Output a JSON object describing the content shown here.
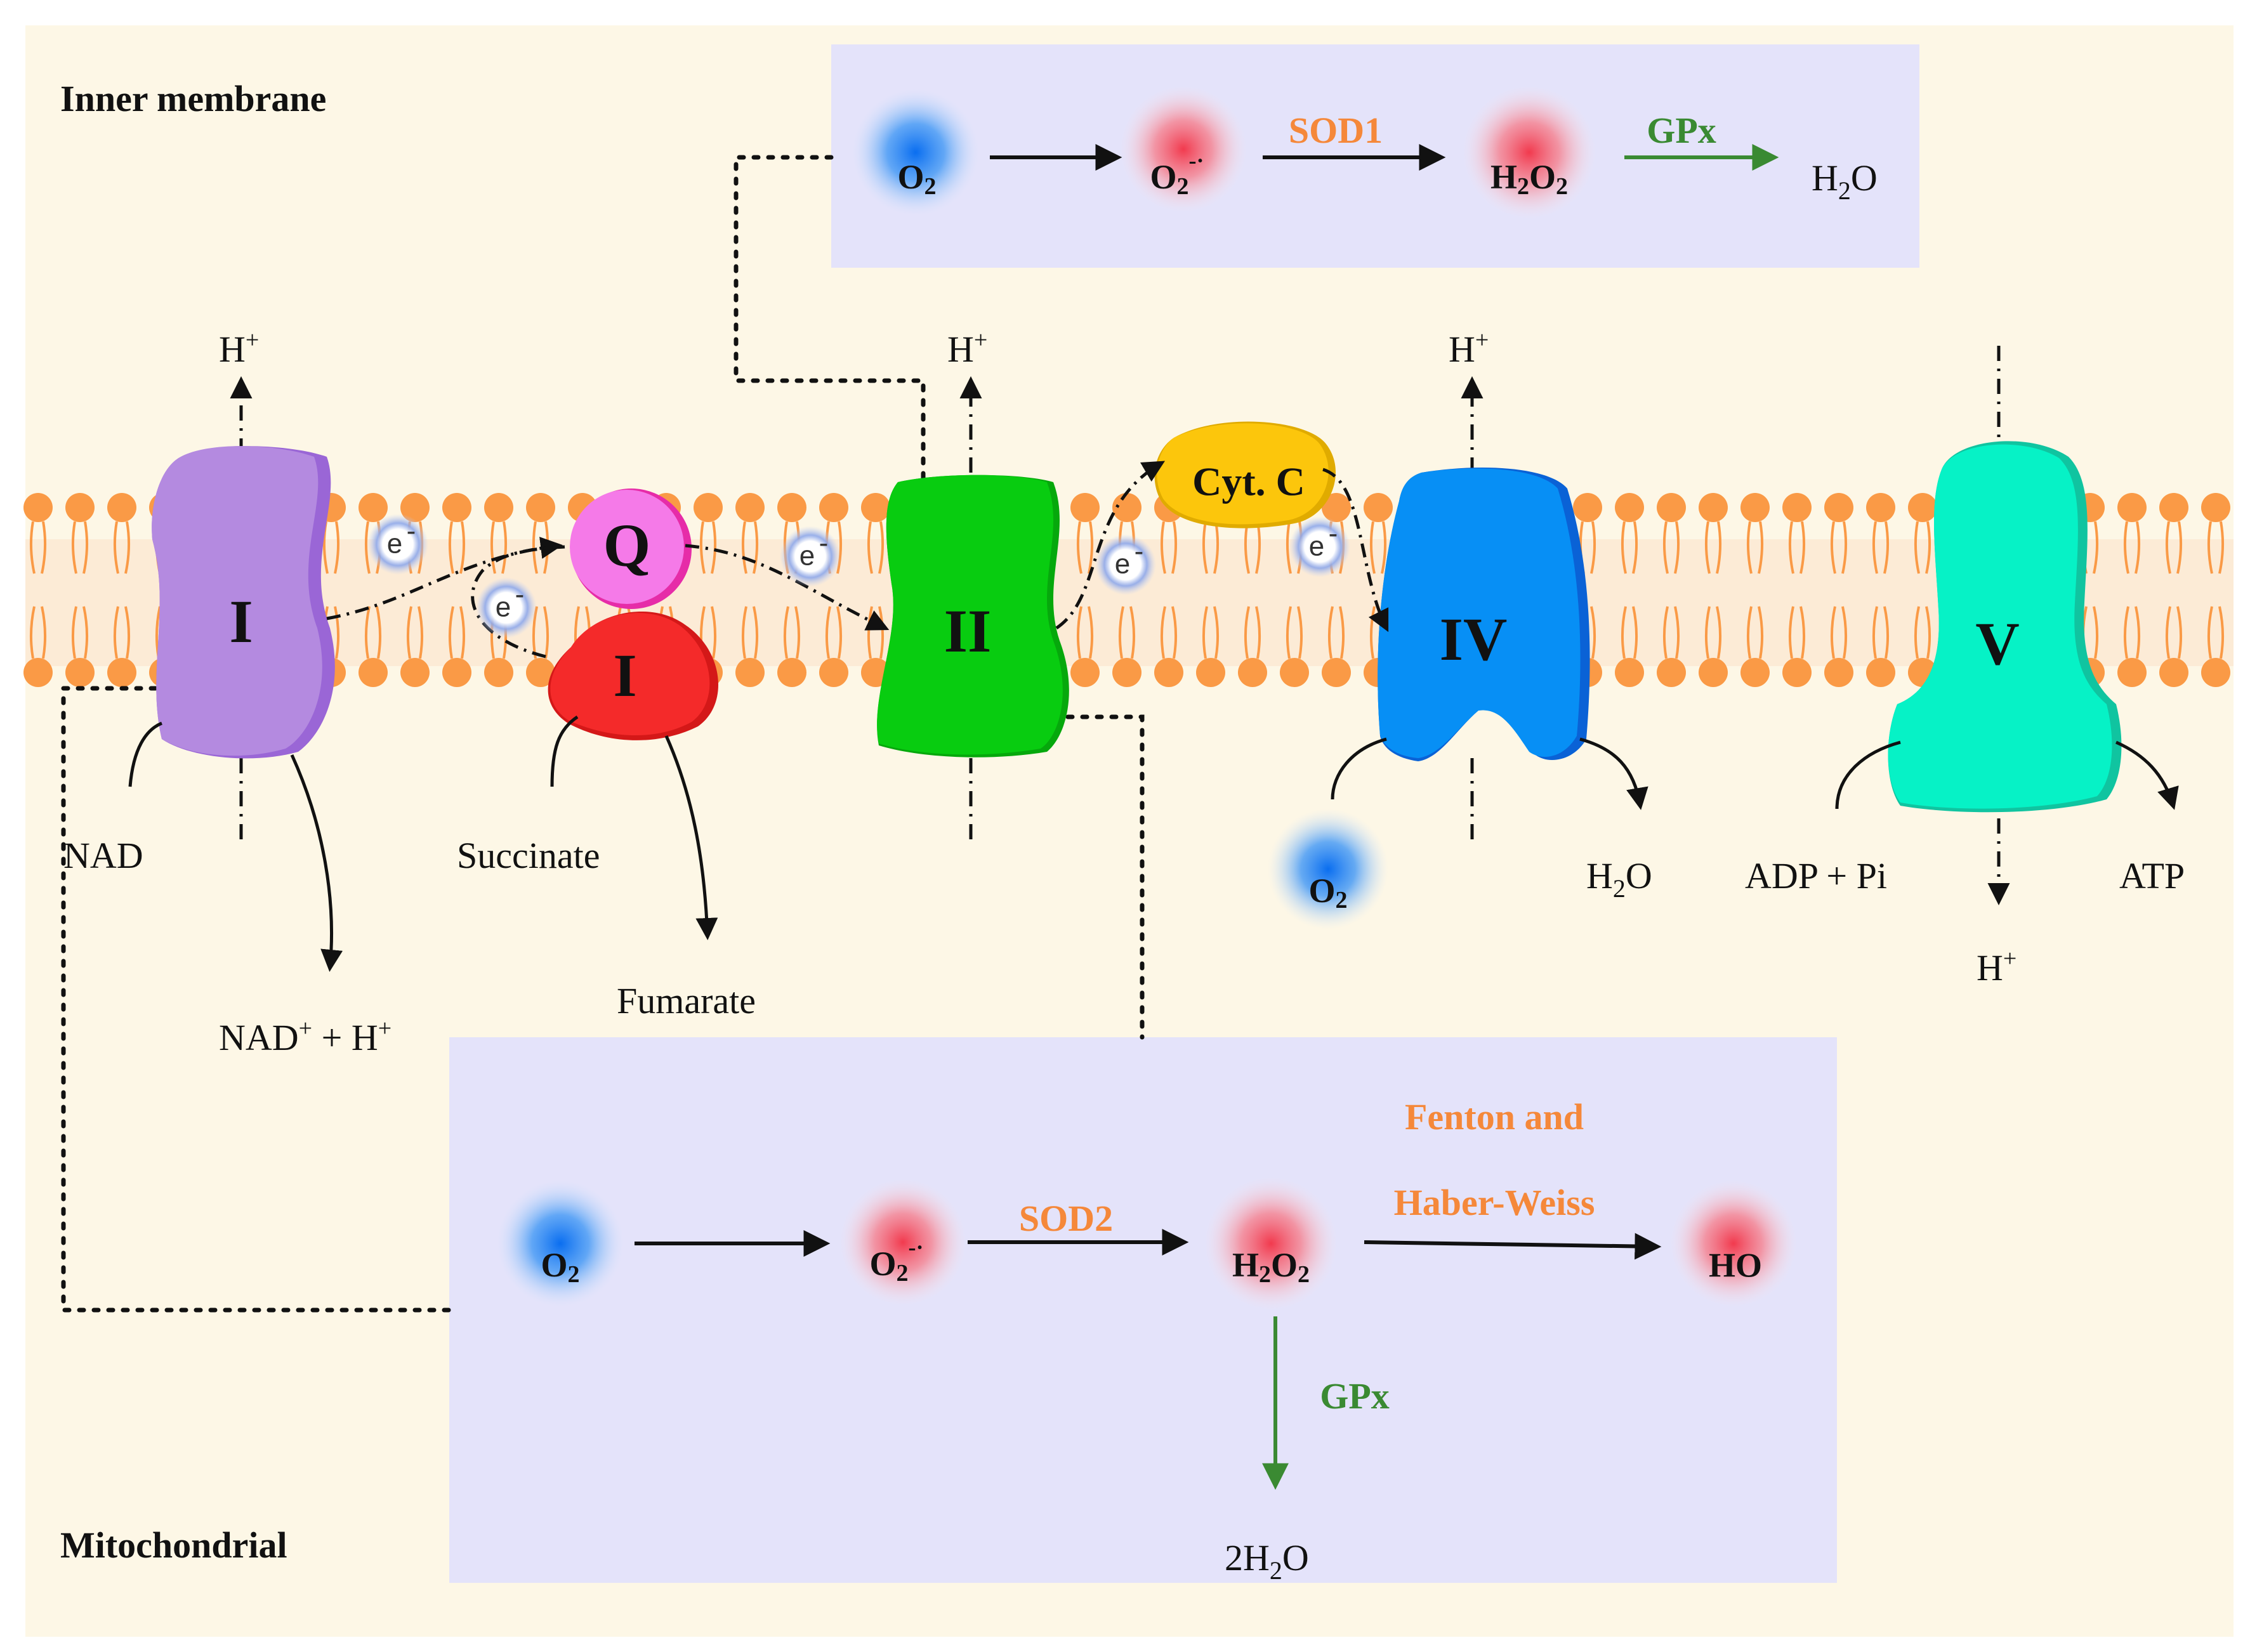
{
  "colors": {
    "background": "#fdf7e6",
    "panel": "#e4e3fa",
    "lipid": "#fa9a46",
    "complex_I": "#b48ae0",
    "complex_I_red": "#f42a2a",
    "Q": "#f57ae8",
    "complex_II": "#08cc10",
    "cyt_c": "#fcc60c",
    "complex_IV": "#078ff5",
    "complex_V": "#06f2c6",
    "enzyme_orange": "#f5883a",
    "enzyme_green": "#3a8a32",
    "o2_glow": "#1e7cf2",
    "ros_glow": "#f25a6a"
  },
  "labels": {
    "inner_membrane": "Inner membrane",
    "mitochondrial": "Mitochondrial"
  },
  "complexes": {
    "c1": "I",
    "c1b": "I",
    "q": "Q",
    "c2": "II",
    "cyt": "Cyt. C",
    "c4": "IV",
    "c5": "V"
  },
  "electron": "e",
  "electron_sup": "-",
  "proton": {
    "base": "H",
    "sup": "+"
  },
  "substrates": {
    "nad": "NAD",
    "nadh_prod": {
      "a": "NAD",
      "b": "+",
      "c": " + H",
      "d": "+"
    },
    "succinate": "Succinate",
    "fumarate": "Fumarate",
    "h2o": {
      "a": "H",
      "b": "2",
      "c": "O"
    },
    "adp": "ADP + Pi",
    "atp": "ATP"
  },
  "o2": {
    "a": "O",
    "b": "2"
  },
  "top_panel": {
    "o2": {
      "a": "O",
      "b": "2"
    },
    "superoxide": {
      "a": "O",
      "b": "2",
      "c": "-·"
    },
    "enzyme1": "SOD1",
    "h2o2": {
      "a": "H",
      "b": "2",
      "c": "O",
      "d": "2"
    },
    "enzyme2": "GPx",
    "product": {
      "a": "H",
      "b": "2",
      "c": "O"
    }
  },
  "bottom_panel": {
    "o2": {
      "a": "O",
      "b": "2"
    },
    "superoxide": {
      "a": "O",
      "b": "2",
      "c": "-·"
    },
    "enzyme1": "SOD2",
    "h2o2": {
      "a": "H",
      "b": "2",
      "c": "O",
      "d": "2"
    },
    "fenton_1": "Fenton and",
    "fenton_2": "Haber-Weiss",
    "ho": "HO",
    "gpx": "GPx",
    "product": {
      "a": "2H",
      "b": "2",
      "c": "O"
    }
  }
}
